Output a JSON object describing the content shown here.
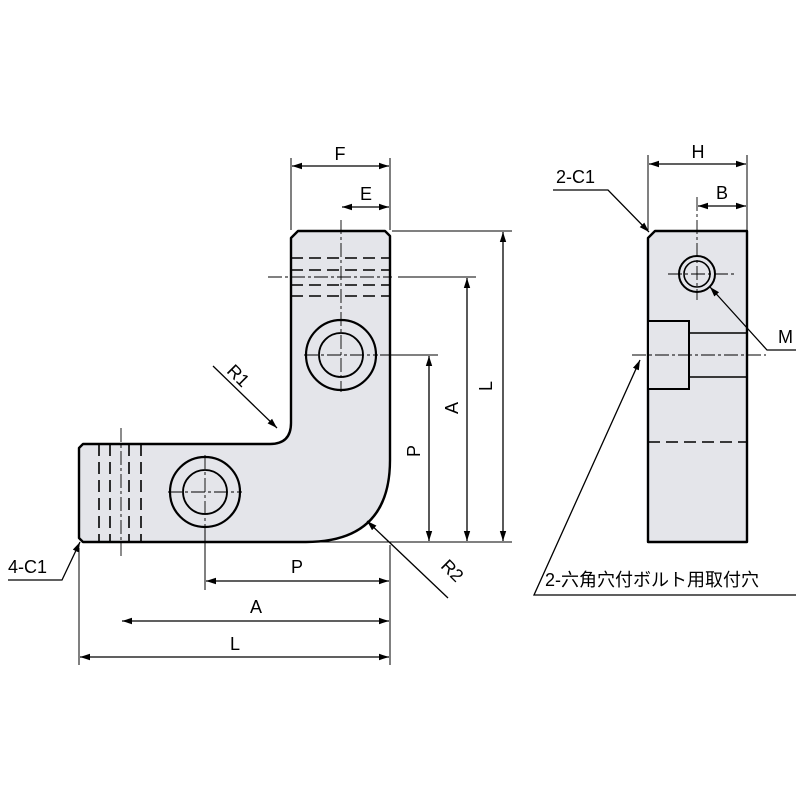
{
  "labels": {
    "F": "F",
    "E": "E",
    "H": "H",
    "B": "B",
    "c1_right": "2-C1",
    "c1_left": "4-C1",
    "R1": "R1",
    "R2": "R2",
    "A_vertical": "A",
    "L_vertical": "L",
    "P_vertical": "P",
    "P_horizontal": "P",
    "A_horizontal": "A",
    "L_horizontal": "L",
    "M": "M",
    "hex_note": "2-六角穴付ボルト用取付穴"
  }
}
